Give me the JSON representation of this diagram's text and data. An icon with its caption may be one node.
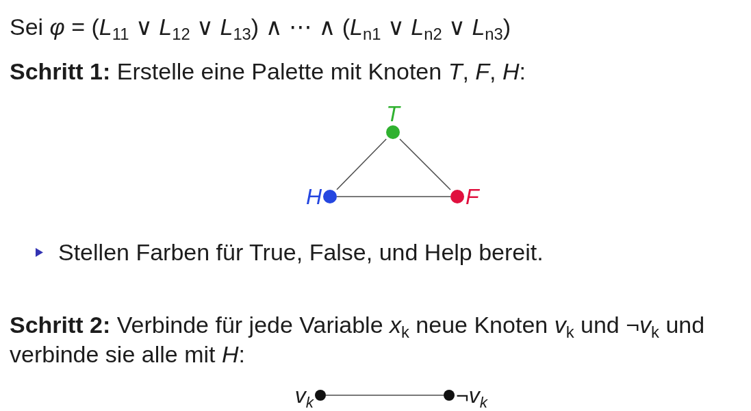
{
  "diagram": {
    "nodes": [
      {
        "text": [
          "T"
        ]
      },
      {
        "text": [
          "H"
        ]
      },
      {
        "text": [
          "F"
        ]
      },
      {
        "text": [
          "v$_{k}$"
        ]
      },
      {
        "text": [
          "¬v$_{k}$"
        ]
      }
    ],
    "edges": [
      {
        "from": 0,
        "to": 1,
        "arrow": "none"
      },
      {
        "from": 0,
        "to": 2,
        "arrow": "none"
      },
      {
        "from": 1,
        "to": 2,
        "arrow": "none"
      },
      {
        "from": 3,
        "to": 4,
        "arrow": "none"
      }
    ],
    "labels": [
      "Sei *φ* = (*L*$_{11}$ ∨ *L*$_{12}$ ∨ *L*$_{13}$) ∧ ⋯ ∧ (*L*$_{n1}$ ∨ *L*$_{n2}$ ∨ *L*$_{n3}$)",
      "**Schritt 1:** Erstelle eine Palette mit Knoten *T*, *F*, *H*:",
      "Stellen Farben für True, False, und Help bereit.",
      "**Schritt 2:** Verbinde für jede Variable *x*$_{k}$ neue Knoten *v*$_{k}$ und ¬*v*$_{k}$ und verbinde sie alle mit *H*:"
    ]
  }
}
